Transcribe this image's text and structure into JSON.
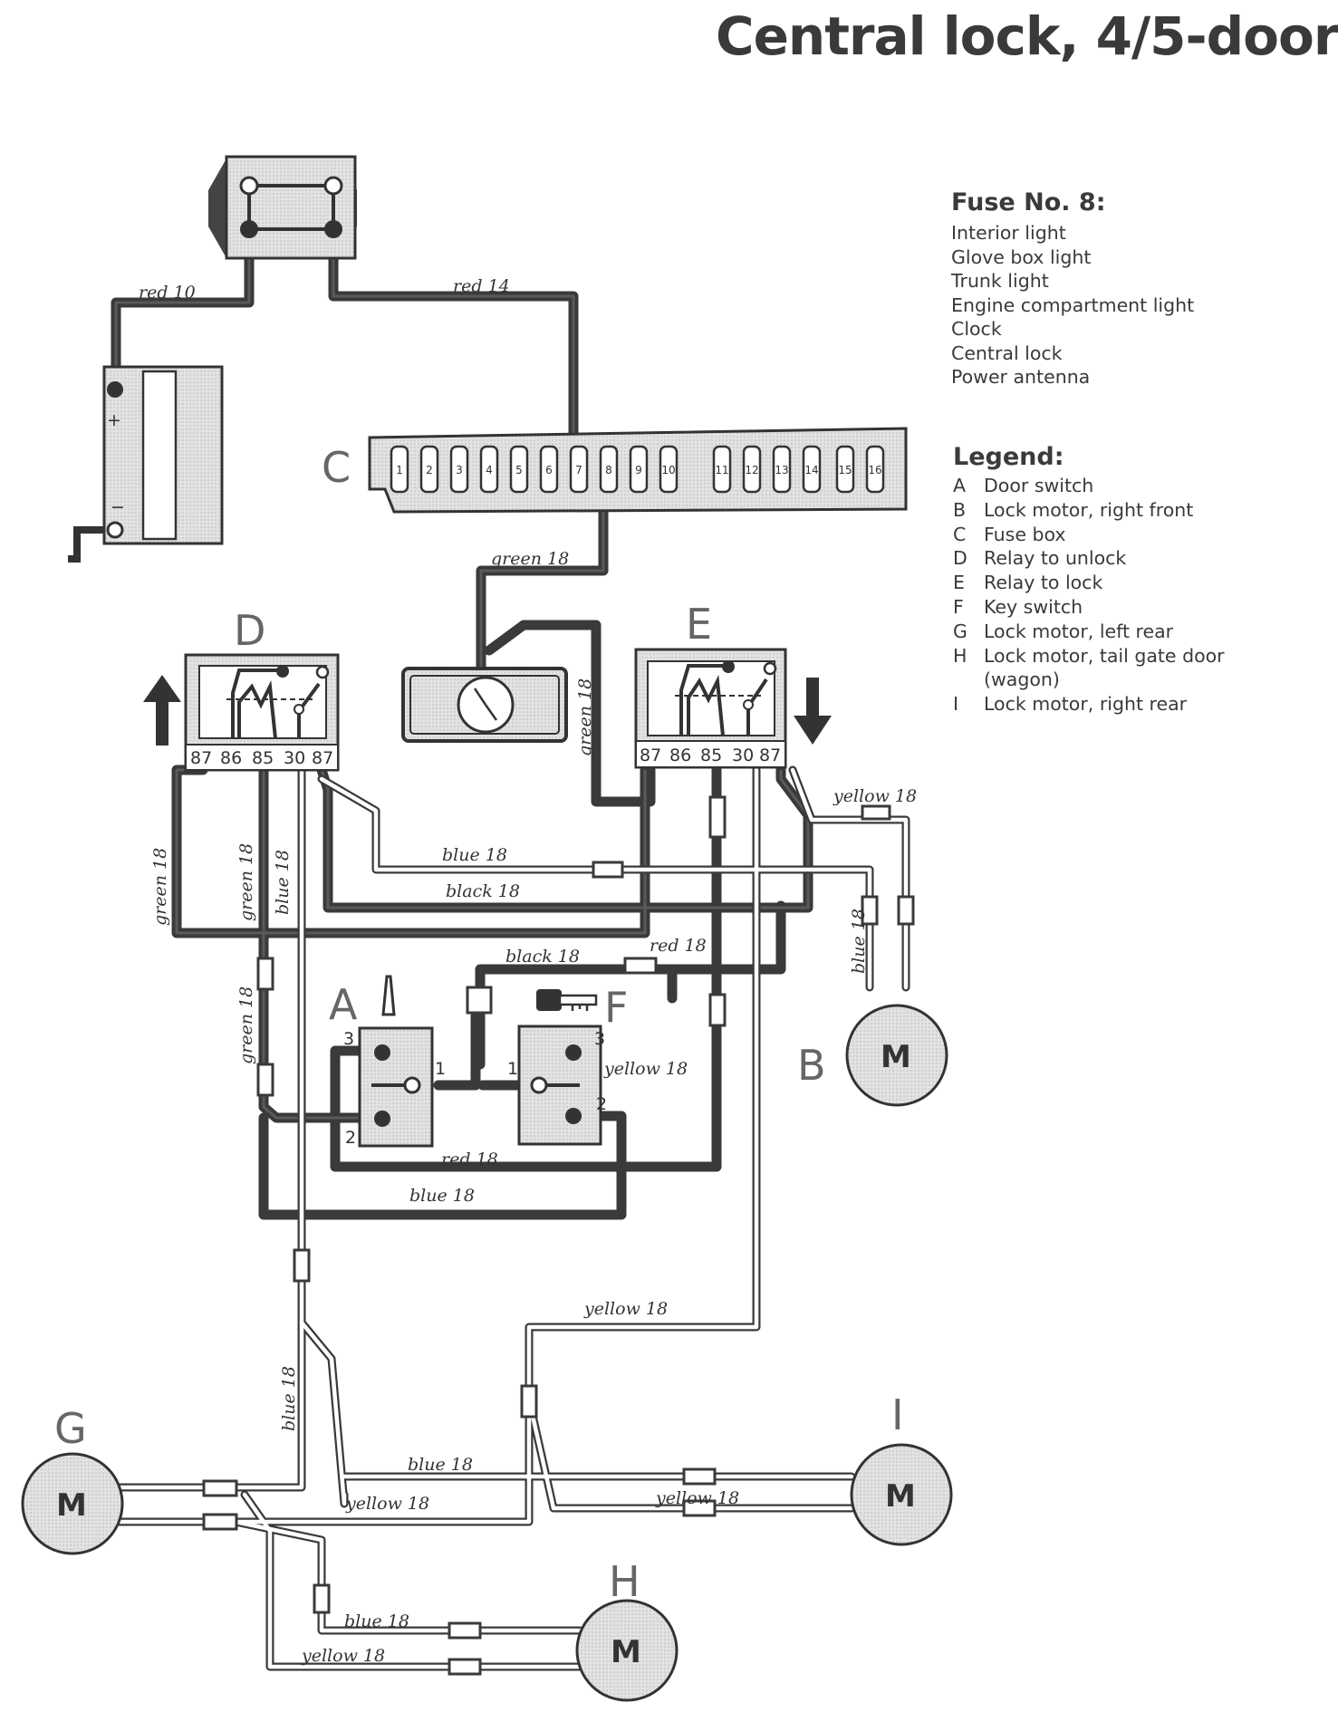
{
  "title": "Central lock, 4/5-door",
  "fuse": {
    "heading": "Fuse No. 8:",
    "items": [
      "Interior light",
      "Glove box light",
      "Trunk light",
      "Engine compartment light",
      "Clock",
      "Central lock",
      "Power antenna"
    ]
  },
  "legend": {
    "heading": "Legend:",
    "items": [
      {
        "key": "A",
        "label": "Door switch"
      },
      {
        "key": "B",
        "label": "Lock motor, right front"
      },
      {
        "key": "C",
        "label": "Fuse box"
      },
      {
        "key": "D",
        "label": "Relay to unlock"
      },
      {
        "key": "E",
        "label": "Relay to lock"
      },
      {
        "key": "F",
        "label": "Key switch"
      },
      {
        "key": "G",
        "label": "Lock motor, left rear"
      },
      {
        "key": "H",
        "label": "Lock motor, tail gate door (wagon)"
      },
      {
        "key": "I",
        "label": "Lock motor, right rear"
      }
    ]
  },
  "component_letters": {
    "A": "A",
    "B": "B",
    "C": "C",
    "D": "D",
    "E": "E",
    "F": "F",
    "G": "G",
    "H": "H",
    "I": "I"
  },
  "motor_symbol": "M",
  "fuse_numbers": [
    "1",
    "2",
    "3",
    "4",
    "5",
    "6",
    "7",
    "8",
    "9",
    "10",
    "11",
    "12",
    "13",
    "14",
    "15",
    "16"
  ],
  "relay_pins": [
    "87",
    "86",
    "85",
    "30",
    "87"
  ],
  "switch_pins": {
    "one": "1",
    "two": "2",
    "three": "3"
  },
  "battery": {
    "plus": "+",
    "minus": "−"
  },
  "wire_labels": {
    "red10": "red 10",
    "red14": "red 14",
    "green18": "green 18",
    "yellow18": "yellow 18",
    "blue18": "blue 18",
    "black18": "black 18",
    "red18": "red 18"
  }
}
